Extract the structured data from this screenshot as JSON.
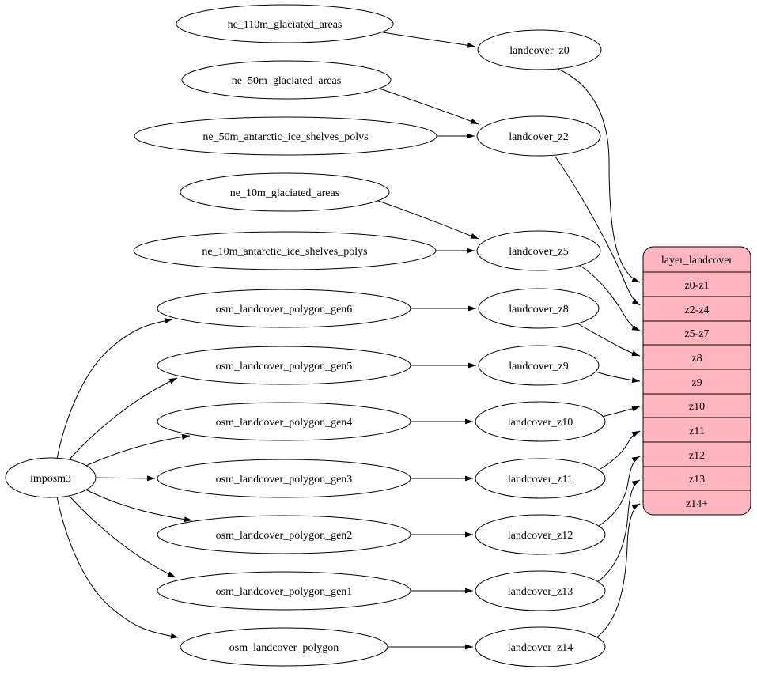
{
  "diagram": {
    "type": "dependency-graph",
    "background_color": "#ffffff",
    "node_fill_color": "#ffffff",
    "edge_color": "#000000",
    "root": "imposm3",
    "source_tables": [
      "ne_110m_glaciated_areas",
      "ne_50m_glaciated_areas",
      "ne_50m_antarctic_ice_shelves_polys",
      "ne_10m_glaciated_areas",
      "ne_10m_antarctic_ice_shelves_polys",
      "osm_landcover_polygon_gen6",
      "osm_landcover_polygon_gen5",
      "osm_landcover_polygon_gen4",
      "osm_landcover_polygon_gen3",
      "osm_landcover_polygon_gen2",
      "osm_landcover_polygon_gen1",
      "osm_landcover_polygon"
    ],
    "generalized_tables": [
      "landcover_z0",
      "landcover_z2",
      "landcover_z5",
      "landcover_z8",
      "landcover_z9",
      "landcover_z10",
      "landcover_z11",
      "landcover_z12",
      "landcover_z13",
      "landcover_z14"
    ],
    "layer": {
      "title": "layer_landcover",
      "fields": [
        "z0-z1",
        "z2-z4",
        "z5-z7",
        "z8",
        "z9",
        "z10",
        "z11",
        "z12",
        "z13",
        "z14+"
      ],
      "fill_color": "#ffb6c1",
      "border_color": "#000000"
    },
    "edges": [
      {
        "from": "imposm3",
        "to": "osm_landcover_polygon_gen6"
      },
      {
        "from": "imposm3",
        "to": "osm_landcover_polygon_gen5"
      },
      {
        "from": "imposm3",
        "to": "osm_landcover_polygon_gen4"
      },
      {
        "from": "imposm3",
        "to": "osm_landcover_polygon_gen3"
      },
      {
        "from": "imposm3",
        "to": "osm_landcover_polygon_gen2"
      },
      {
        "from": "imposm3",
        "to": "osm_landcover_polygon_gen1"
      },
      {
        "from": "imposm3",
        "to": "osm_landcover_polygon"
      },
      {
        "from": "ne_110m_glaciated_areas",
        "to": "landcover_z0"
      },
      {
        "from": "ne_50m_glaciated_areas",
        "to": "landcover_z2"
      },
      {
        "from": "ne_50m_antarctic_ice_shelves_polys",
        "to": "landcover_z2"
      },
      {
        "from": "ne_10m_glaciated_areas",
        "to": "landcover_z5"
      },
      {
        "from": "ne_10m_antarctic_ice_shelves_polys",
        "to": "landcover_z5"
      },
      {
        "from": "osm_landcover_polygon_gen6",
        "to": "landcover_z8"
      },
      {
        "from": "osm_landcover_polygon_gen5",
        "to": "landcover_z9"
      },
      {
        "from": "osm_landcover_polygon_gen4",
        "to": "landcover_z10"
      },
      {
        "from": "osm_landcover_polygon_gen3",
        "to": "landcover_z11"
      },
      {
        "from": "osm_landcover_polygon_gen2",
        "to": "landcover_z12"
      },
      {
        "from": "osm_landcover_polygon_gen1",
        "to": "landcover_z13"
      },
      {
        "from": "osm_landcover_polygon",
        "to": "landcover_z14"
      },
      {
        "from": "landcover_z0",
        "to": "layer_landcover",
        "to_field": "z0-z1"
      },
      {
        "from": "landcover_z2",
        "to": "layer_landcover",
        "to_field": "z2-z4"
      },
      {
        "from": "landcover_z5",
        "to": "layer_landcover",
        "to_field": "z5-z7"
      },
      {
        "from": "landcover_z8",
        "to": "layer_landcover",
        "to_field": "z8"
      },
      {
        "from": "landcover_z9",
        "to": "layer_landcover",
        "to_field": "z9"
      },
      {
        "from": "landcover_z10",
        "to": "layer_landcover",
        "to_field": "z10"
      },
      {
        "from": "landcover_z11",
        "to": "layer_landcover",
        "to_field": "z11"
      },
      {
        "from": "landcover_z12",
        "to": "layer_landcover",
        "to_field": "z12"
      },
      {
        "from": "landcover_z13",
        "to": "layer_landcover",
        "to_field": "z13"
      },
      {
        "from": "landcover_z14",
        "to": "layer_landcover",
        "to_field": "z14+"
      }
    ]
  }
}
